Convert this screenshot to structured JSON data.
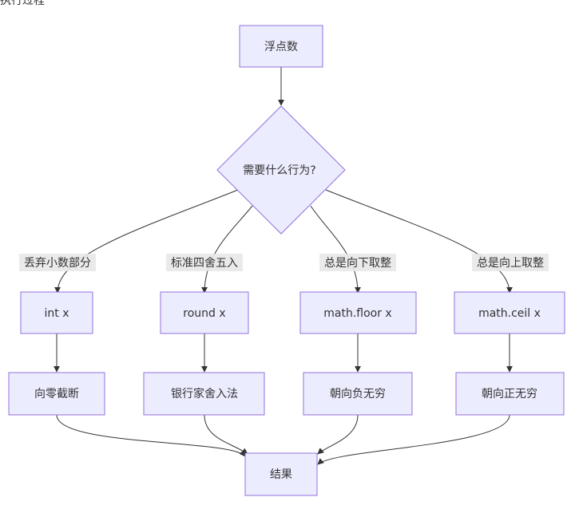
{
  "header": {
    "cut_title": "执行过程"
  },
  "nodes": {
    "start": "浮点数",
    "decision": "需要什么行为?",
    "int": "int x",
    "round": "round x",
    "floor": "math.floor x",
    "ceil": "math.ceil x",
    "trunc": "向零截断",
    "bank": "银行家舍入法",
    "neg_inf": "朝向负无穷",
    "pos_inf": "朝向正无穷",
    "result": "结果"
  },
  "edge_labels": {
    "discard": "丢弃小数部分",
    "standard": "标准四舍五入",
    "always_down": "总是向下取整",
    "always_up": "总是向上取整"
  },
  "colors": {
    "node_fill": "#ECECFF",
    "node_stroke": "#9370DB",
    "edge": "#333333",
    "label_bg": "#e8e8e8"
  }
}
